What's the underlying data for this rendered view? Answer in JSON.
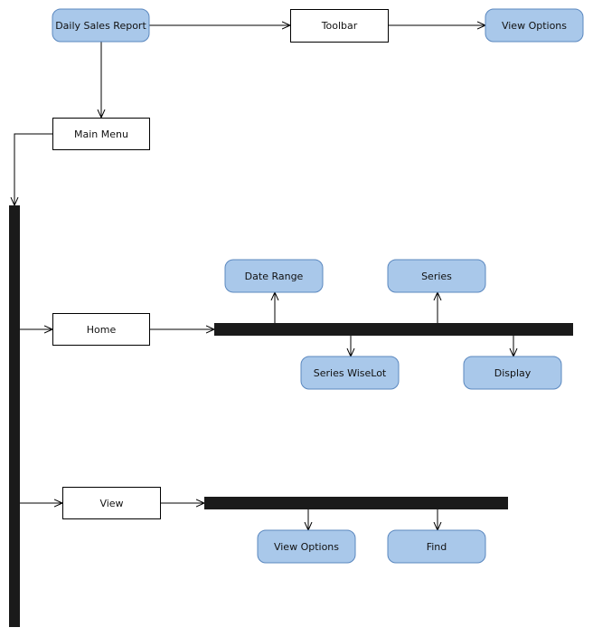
{
  "nodes": {
    "daily_sales_report": "Daily Sales Report",
    "toolbar": "Toolbar",
    "view_options_top": "View Options",
    "main_menu": "Main Menu",
    "home": "Home",
    "date_range": "Date Range",
    "series": "Series",
    "series_wise_lot": "Series WiseLot",
    "display": "Display",
    "view": "View",
    "view_options_bottom": "View Options",
    "find": "Find"
  },
  "colors": {
    "rounded_fill": "#a9c8ea",
    "rounded_stroke": "#5b88bf",
    "bar_fill": "#1a1a1a"
  }
}
